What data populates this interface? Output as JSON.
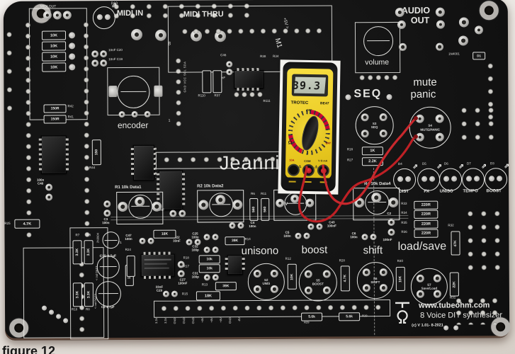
{
  "caption": "figure 12",
  "meter": {
    "value": "39.3",
    "brand": "TROTEC",
    "model": "BE47",
    "off": "OFF",
    "ohm": "Ω",
    "bat": "BAT",
    "j10a": "10A",
    "jcom": "COM",
    "jv": "V Ω mA",
    "warn": "⚠"
  },
  "pcb": {
    "title": "Jeannie",
    "brand": {
      "website": "www.tubeohm.com",
      "product": "8 Voice DIY synthesizer",
      "version": "(c) V 1.01- 8-2021"
    },
    "conn": {
      "midi_in": "MIDI IN",
      "midi_thru": "MIDI THRU",
      "audio1": "AUDIO",
      "audio2": "OUT",
      "midi_out": "MIDI OUT",
      "m1": "M1",
      "p5v": "+5V >",
      "eight": "8",
      "one": "1",
      "io": "GND VCC SCL SDA"
    },
    "ctl": {
      "volume": "volume",
      "seq": "SEQ",
      "mute": "mute",
      "panic": "panic",
      "encoder": "encoder",
      "unisono": "unisono",
      "boost": "boost",
      "shift": "shift",
      "loadsave": "load/save"
    },
    "btn": {
      "s3r": "S3",
      "s3n": "SEQ",
      "s4r": "S4",
      "s4n": "MUTE/PANIC",
      "s2r": "S2",
      "s2n": "UNIS",
      "s5r": "S5",
      "s5n": "BOOST",
      "s6r": "S6",
      "s6n": "SHIFT",
      "s7r": "S7",
      "s7n": "Save/Load"
    },
    "led": {
      "l1": "DIST",
      "l2": "FX",
      "l3": "UNISO",
      "l4": "TEMPO",
      "l5": "BOOST",
      "d1": "D4",
      "d2": "D5",
      "d3": "D6",
      "d4": "D7",
      "d5": "D3",
      "d10": "D10"
    },
    "pot": {
      "r1": "R1 10k Data1",
      "r2": "R2 10k Data2",
      "r4": "R4 10k Data4",
      "v": "V"
    },
    "res": {
      "r33": "R33",
      "r34": "R34",
      "r35": "R35",
      "r36": "R36",
      "v220": "220R",
      "r32": "R32",
      "v47k": "47K",
      "r16": "R16",
      "v1k": "1K",
      "r27": "R27",
      "v2k2": "2.2K",
      "r12": "R12",
      "r28": "R28",
      "r30": "R30",
      "r31": "R31",
      "v10k": "10K",
      "v10kl": "10k",
      "v4k7": "4.7K",
      "v22k": "22K",
      "r25": "R25",
      "r15": "R15",
      "v18k": "18K",
      "r17": "R17",
      "r18": "R18",
      "r13": "R13",
      "r14": "R14",
      "v39k": "39K",
      "r29": "R29",
      "r19": "R19",
      "v56k": "5.6k",
      "r44": "R44",
      "v150": "150",
      "r41": "R41",
      "r42": "R42",
      "v150r": "150R",
      "r7": "R7",
      "r5": "R5",
      "r10": "R10",
      "r8": "R8",
      "v33k": "3.3K",
      "r24": "R24",
      "r6": "R6",
      "r11": "R11",
      "v560": "560",
      "r110": "R110",
      "r37": "R37",
      "r111": "R111",
      "r38": "R38",
      "r34b": "R34"
    },
    "cap": {
      "c1": "C1",
      "c43": "C43",
      "c5": "C5",
      "c6": "C6",
      "c2": "C2",
      "c25": "C25",
      "c32": "C32",
      "c31": "C31",
      "c22": "C22",
      "c29": "C29",
      "c27": "C27",
      "c47": "C47",
      "c3": "C3",
      "c4": "C4",
      "c40": "C40",
      "v100nf": "100nF",
      "v100n": "100n",
      "v100p": "100p",
      "v33n": "33nF",
      "c15": "C15 4.7µF",
      "c9": "C9 4.7µF",
      "c46": "C46",
      "c20": "10nF C20",
      "c19": "10nF C19"
    },
    "semi": {
      "d1": "1N4001",
      "d1r": "D1",
      "t1": "T1",
      "t1p": "2N3904"
    },
    "dac": {
      "out1": "< out DAC1",
      "out2": "< out DAC2"
    },
    "pins": [
      "3.3V",
      "3.3V",
      "GND",
      "GND",
      "GND",
      "+8V",
      "+8V",
      "+8V",
      "GND",
      "-8V"
    ]
  }
}
